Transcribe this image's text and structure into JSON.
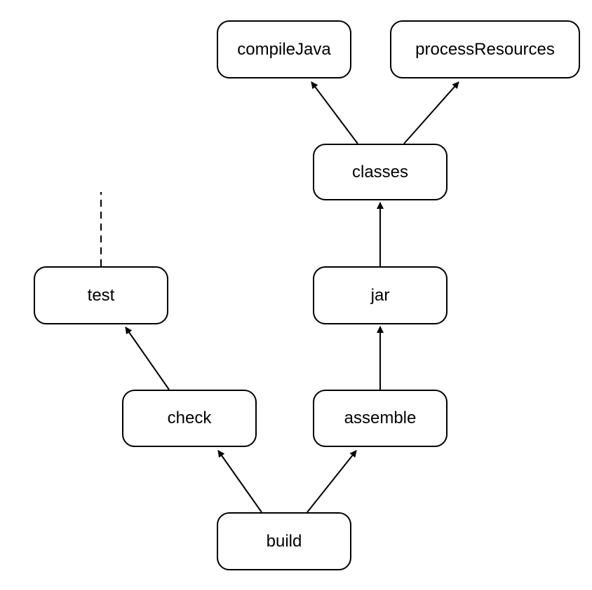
{
  "diagram": {
    "nodes": [
      {
        "id": "compileJava",
        "label": "compileJava"
      },
      {
        "id": "processResources",
        "label": "processResources"
      },
      {
        "id": "classes",
        "label": "classes"
      },
      {
        "id": "jar",
        "label": "jar"
      },
      {
        "id": "test",
        "label": "test"
      },
      {
        "id": "check",
        "label": "check"
      },
      {
        "id": "assemble",
        "label": "assemble"
      },
      {
        "id": "build",
        "label": "build"
      }
    ],
    "edges": [
      {
        "from": "classes",
        "to": "compileJava",
        "style": "solid"
      },
      {
        "from": "classes",
        "to": "processResources",
        "style": "solid"
      },
      {
        "from": "jar",
        "to": "classes",
        "style": "solid"
      },
      {
        "from": "assemble",
        "to": "jar",
        "style": "solid"
      },
      {
        "from": "check",
        "to": "test",
        "style": "solid"
      },
      {
        "from": "build",
        "to": "check",
        "style": "solid"
      },
      {
        "from": "build",
        "to": "assemble",
        "style": "solid"
      },
      {
        "from": "test",
        "to": "",
        "style": "dashed"
      }
    ],
    "colors": {
      "stroke": "#000000",
      "fill": "#ffffff",
      "text": "#000000"
    }
  }
}
